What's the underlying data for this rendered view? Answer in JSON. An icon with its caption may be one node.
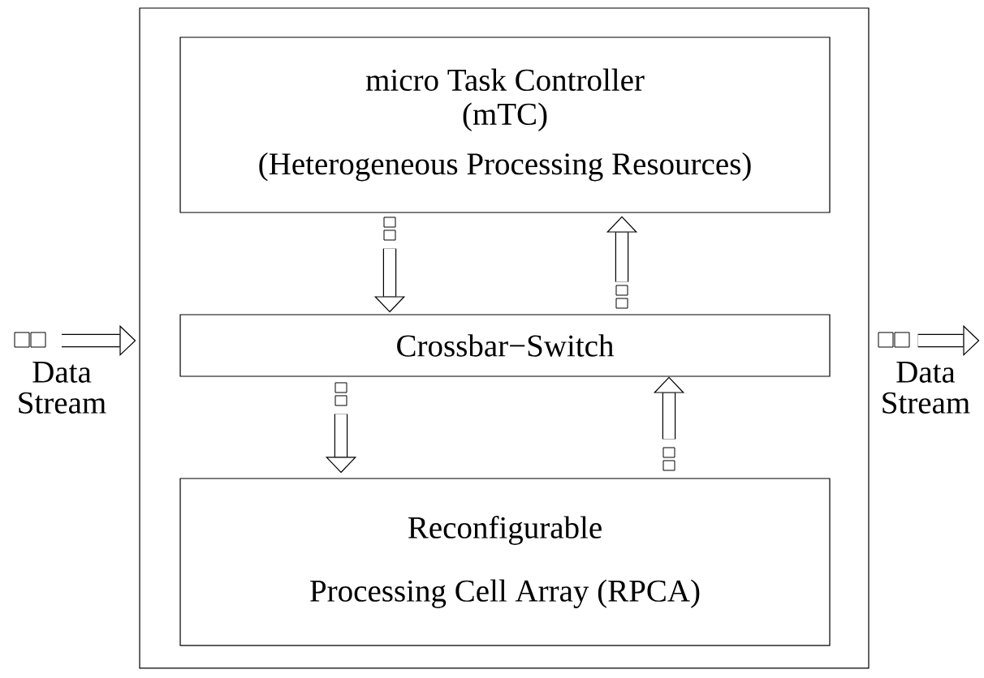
{
  "diagram": {
    "nodes": [
      {
        "text": [],
        "shape": "box"
      },
      {
        "text": [
          "micro Task Controller (mTC)",
          "(Heterogeneous Processing Resources)"
        ],
        "in": 0
      },
      {
        "text": [
          "Crossbar−Switch"
        ],
        "in": 0
      },
      {
        "text": [
          "Reconfigurable",
          "Processing Cell Array (RPCA)"
        ],
        "in": 0
      },
      {
        "text": [
          "Data Stream"
        ]
      },
      {
        "text": [
          "Data Stream"
        ]
      }
    ],
    "edges": [
      {
        "from": 1,
        "to": 2,
        "arrow": "to"
      },
      {
        "from": 2,
        "to": 1,
        "arrow": "to"
      },
      {
        "from": 2,
        "to": 3,
        "arrow": "to"
      },
      {
        "from": 3,
        "to": 2,
        "arrow": "to"
      },
      {
        "from": 4,
        "to": 0,
        "arrow": "to"
      },
      {
        "from": 0,
        "to": 5,
        "arrow": "to"
      }
    ]
  }
}
